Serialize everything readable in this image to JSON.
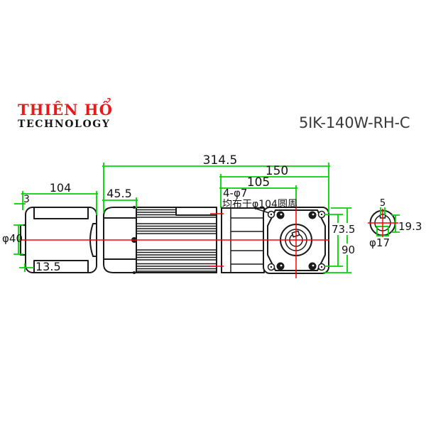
{
  "logo": {
    "line1": "THIÊN HỔ",
    "line2": "TECHNOLOGY"
  },
  "title": "5IK-140W-RH-C",
  "colors": {
    "dim_green": "#00d400",
    "center_red": "#ff0000",
    "line_black": "#1a1a1a",
    "logo_red": "#e8191c",
    "title_color": "#3a3a3a"
  },
  "drawing": {
    "dimensions": {
      "overall_length": "314.5",
      "gearhead_length": "150",
      "shaft_center_distance": "105",
      "fan_cover_depth": "45.5",
      "cover_width": "104",
      "boss_offset": "3",
      "boss_diameter": "φ40",
      "notch_offset": "13.5",
      "bolt_note_line1": "4-φ7",
      "bolt_note_line2": "均布于φ104圆周",
      "bolt_pitch": "73.5",
      "face_size": "90",
      "key_width": "5",
      "shaft_height": "19.3",
      "shaft_diameter": "φ17"
    }
  }
}
